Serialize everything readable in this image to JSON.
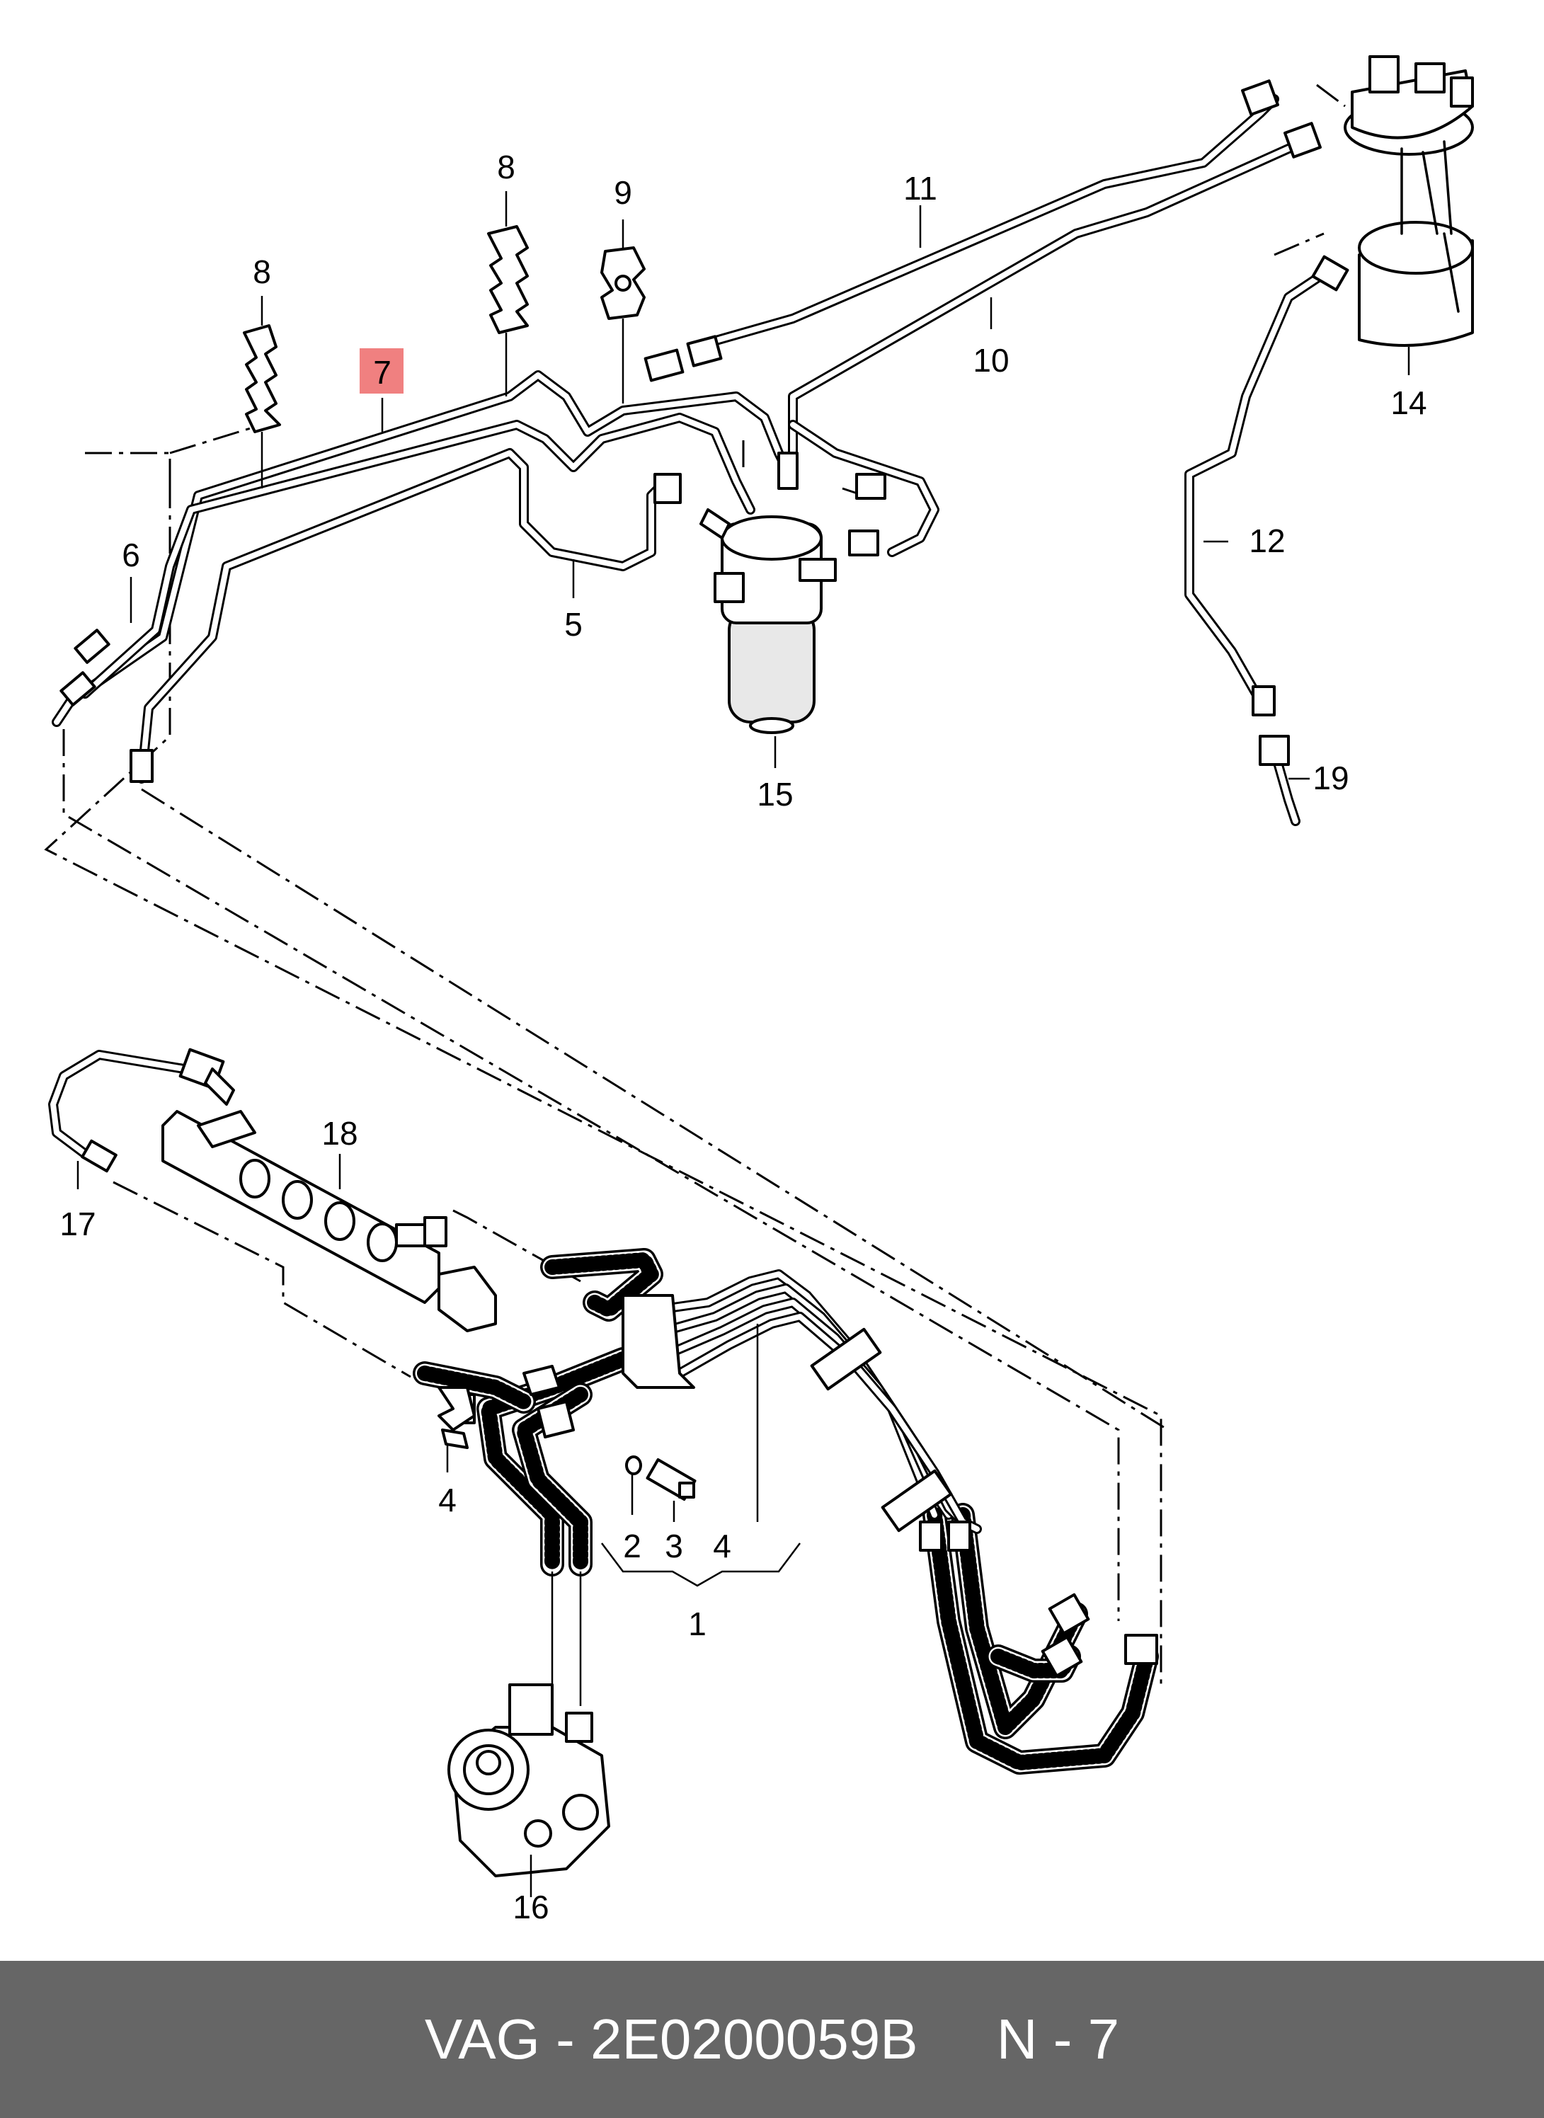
{
  "callouts": {
    "c1": "1",
    "c2": "2",
    "c3": "3",
    "c4a": "4",
    "c4b": "4",
    "c5": "5",
    "c6": "6",
    "c7": "7",
    "c8a": "8",
    "c8b": "8",
    "c9": "9",
    "c10": "10",
    "c11": "11",
    "c12": "12",
    "c14": "14",
    "c15": "15",
    "c16": "16",
    "c17": "17",
    "c18": "18",
    "c19": "19"
  },
  "highlight_color": "#f08080",
  "footer": {
    "brand": "VAG",
    "part_number": "2E0200059B",
    "position": "N - 7",
    "text": "VAG - 2E0200059B     N - 7"
  }
}
